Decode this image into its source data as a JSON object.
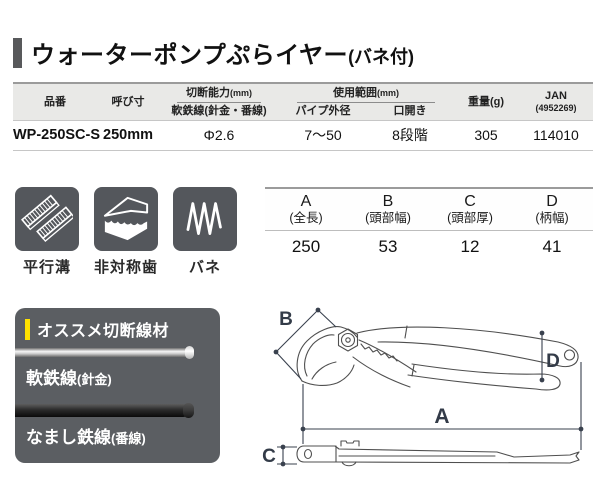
{
  "title": {
    "main": "ウォーターポンプぷらイヤー",
    "suffix": "(バネ付)"
  },
  "spec_table": {
    "headers": {
      "part_no": "品番",
      "size": "呼び寸",
      "cutting": "切断能力",
      "cutting_unit": "(mm)",
      "cutting_sub": "軟鉄線(針金・番線)",
      "range": "使用範囲",
      "range_unit": "(mm)",
      "pipe_od": "パイプ外径",
      "opening": "口開き",
      "weight": "重量(g)",
      "jan": "JAN",
      "jan_prefix": "(4952269)"
    },
    "row": {
      "part_no": "WP-250SC-S",
      "size": "250mm",
      "cutting": "Φ2.6",
      "pipe_od": "7～50",
      "opening": "8段階",
      "weight": "305",
      "jan": "114010"
    }
  },
  "features": [
    {
      "icon": "parallel-groove-icon",
      "label": "平行溝"
    },
    {
      "icon": "asymmetric-teeth-icon",
      "label": "非対称歯"
    },
    {
      "icon": "spring-icon",
      "label": "バネ"
    }
  ],
  "dimensions_table": {
    "columns": [
      {
        "letter": "A",
        "name": "(全長)",
        "value": "250"
      },
      {
        "letter": "B",
        "name": "(頭部幅)",
        "value": "53"
      },
      {
        "letter": "C",
        "name": "(頭部厚)",
        "value": "12"
      },
      {
        "letter": "D",
        "name": "(柄幅)",
        "value": "41"
      }
    ]
  },
  "recommend": {
    "title": "オススメ切断線材",
    "items": [
      {
        "label": "軟鉄線",
        "suffix": "(針金)"
      },
      {
        "label": "なまし鉄線",
        "suffix": "(番線)"
      }
    ]
  },
  "drawing": {
    "labels": {
      "a": "A",
      "b": "B",
      "c": "C",
      "d": "D"
    }
  },
  "colors": {
    "accent_yellow": "#ffe100",
    "icon_bg": "#54575c",
    "box_bg": "#5b5e62",
    "table_header_bg": "#e9e9e7",
    "title_bar": "#58595b"
  }
}
